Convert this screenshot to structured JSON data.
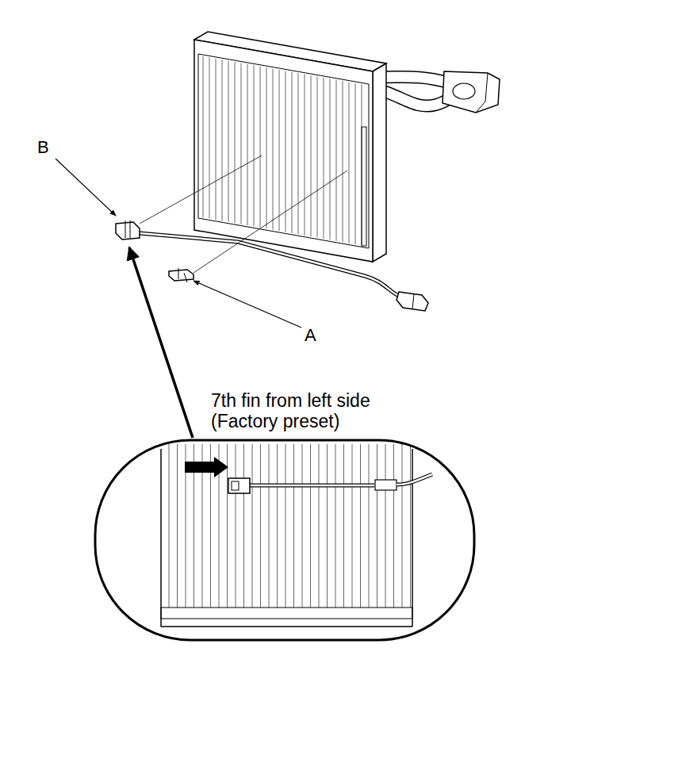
{
  "diagram": {
    "labels": [
      "B",
      "A",
      "7th fin from left side (Factory preset)"
    ]
  }
}
